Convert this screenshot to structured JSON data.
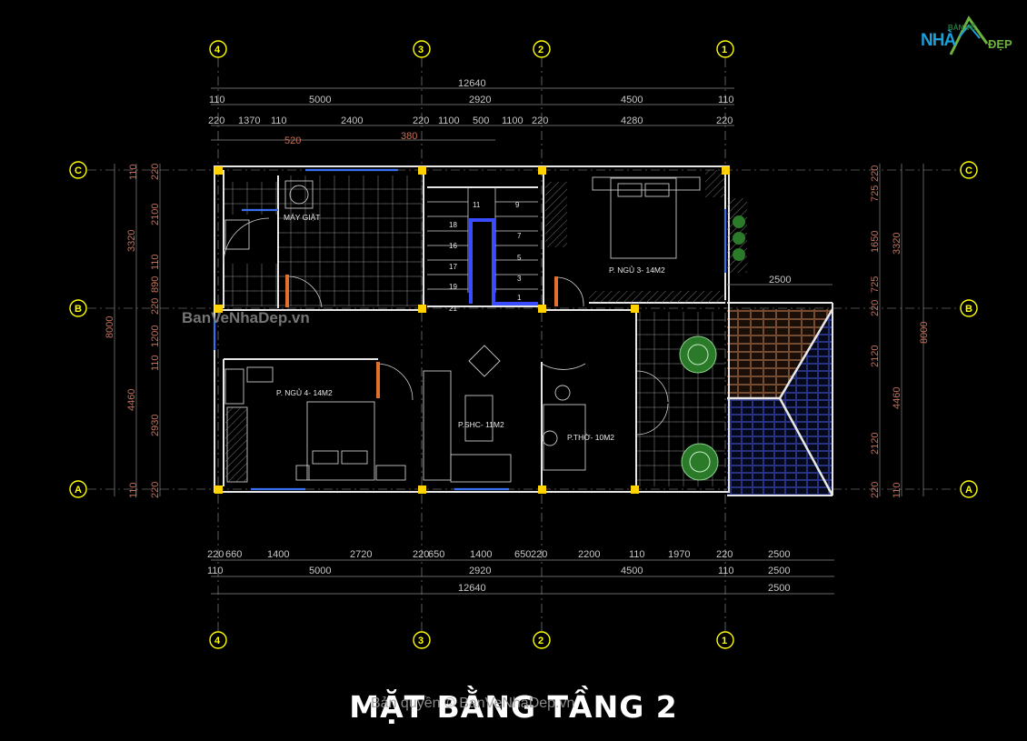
{
  "logo": {
    "small": "BẢN VẼ",
    "nhi": "NHÀ",
    "dep": "ĐẸP"
  },
  "watermark": "BanVeNhaDep.vn",
  "copyright": "Bản quyền © BanVeNhaDep.vn",
  "title": "MẶT BẰNG TẦNG 2",
  "axes": {
    "col_4": "4",
    "col_3": "3",
    "col_2": "2",
    "col_1": "1",
    "row_c": "C",
    "row_b": "B",
    "row_a": "A"
  },
  "top_dims": {
    "total": "12640",
    "row2": [
      "110",
      "5000",
      "2920",
      "4500",
      "110"
    ],
    "row3": [
      "220",
      "1370",
      "110",
      "2400",
      "220",
      "1100",
      "500",
      "1100",
      "220",
      "4280",
      "220"
    ],
    "row4": [
      "520",
      "380"
    ]
  },
  "bottom_dims": {
    "row1": [
      "220",
      "660",
      "1400",
      "2720",
      "220",
      "650",
      "1400",
      "650",
      "220",
      "2200",
      "110",
      "1970",
      "220",
      "2500"
    ],
    "row2": [
      "110",
      "5000",
      "2920",
      "4500",
      "110",
      "2500"
    ],
    "row3": [
      "12640",
      "2500"
    ]
  },
  "mid_dim": "2500",
  "left_dims": {
    "outer": "8000",
    "mid": [
      "3320",
      "4460"
    ],
    "inner": [
      "110",
      "220",
      "2100",
      "110",
      "890",
      "220",
      "1200",
      "110",
      "2930",
      "220",
      "110"
    ]
  },
  "right_dims": {
    "outer": "8000",
    "mid": [
      "3320",
      "4460"
    ],
    "inner": [
      "220",
      "725",
      "1650",
      "725",
      "220",
      "2120",
      "2120",
      "220",
      "110"
    ]
  },
  "rooms": {
    "laundry": "MÁY GIẶT",
    "bed3": "P. NGỦ 3- 14M2",
    "bed4": "P. NGỦ 4- 14M2",
    "shc": "P.SHC- 11M2",
    "tho": "P.THỜ- 10M2"
  },
  "stairs": [
    "11",
    "9",
    "18",
    "7",
    "16",
    "5",
    "17",
    "3",
    "19",
    "1",
    "21"
  ]
}
